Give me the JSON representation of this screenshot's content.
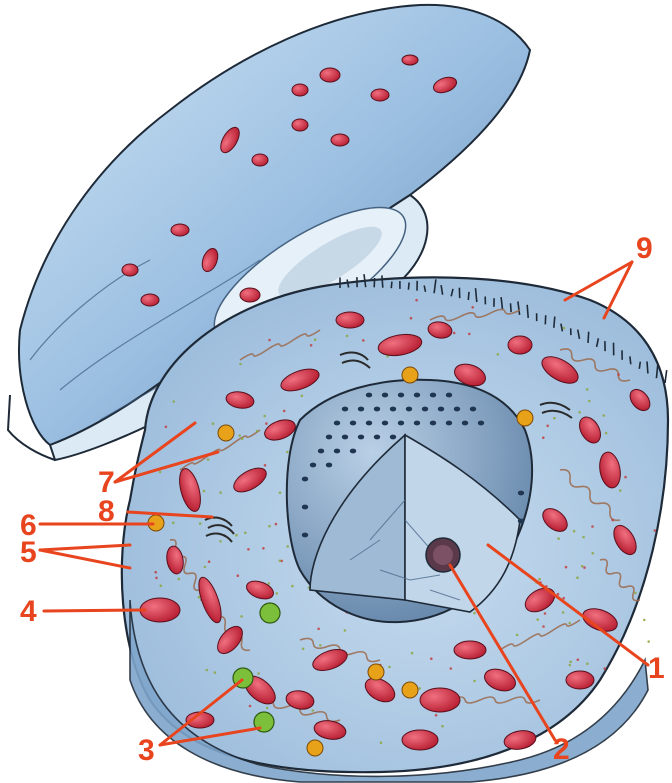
{
  "diagram": {
    "labels": [
      {
        "id": "1",
        "text": "1"
      },
      {
        "id": "2",
        "text": "2"
      },
      {
        "id": "3",
        "text": "3"
      },
      {
        "id": "4",
        "text": "4"
      },
      {
        "id": "5",
        "text": "5"
      },
      {
        "id": "6",
        "text": "6"
      },
      {
        "id": "7",
        "text": "7"
      },
      {
        "id": "8",
        "text": "8"
      },
      {
        "id": "9",
        "text": "9"
      }
    ],
    "colors": {
      "label": "#e8441e",
      "cytoplasm": "#a9c9e6",
      "membrane": "#6e93b8",
      "mitochondria": "#c8283c",
      "nucleus": "#6f8fb0",
      "er": "#9b6a4c",
      "lysosome_yellow": "#e8a21a",
      "vesicle_green": "#7cbf3a",
      "outline": "#1e2a38"
    }
  }
}
